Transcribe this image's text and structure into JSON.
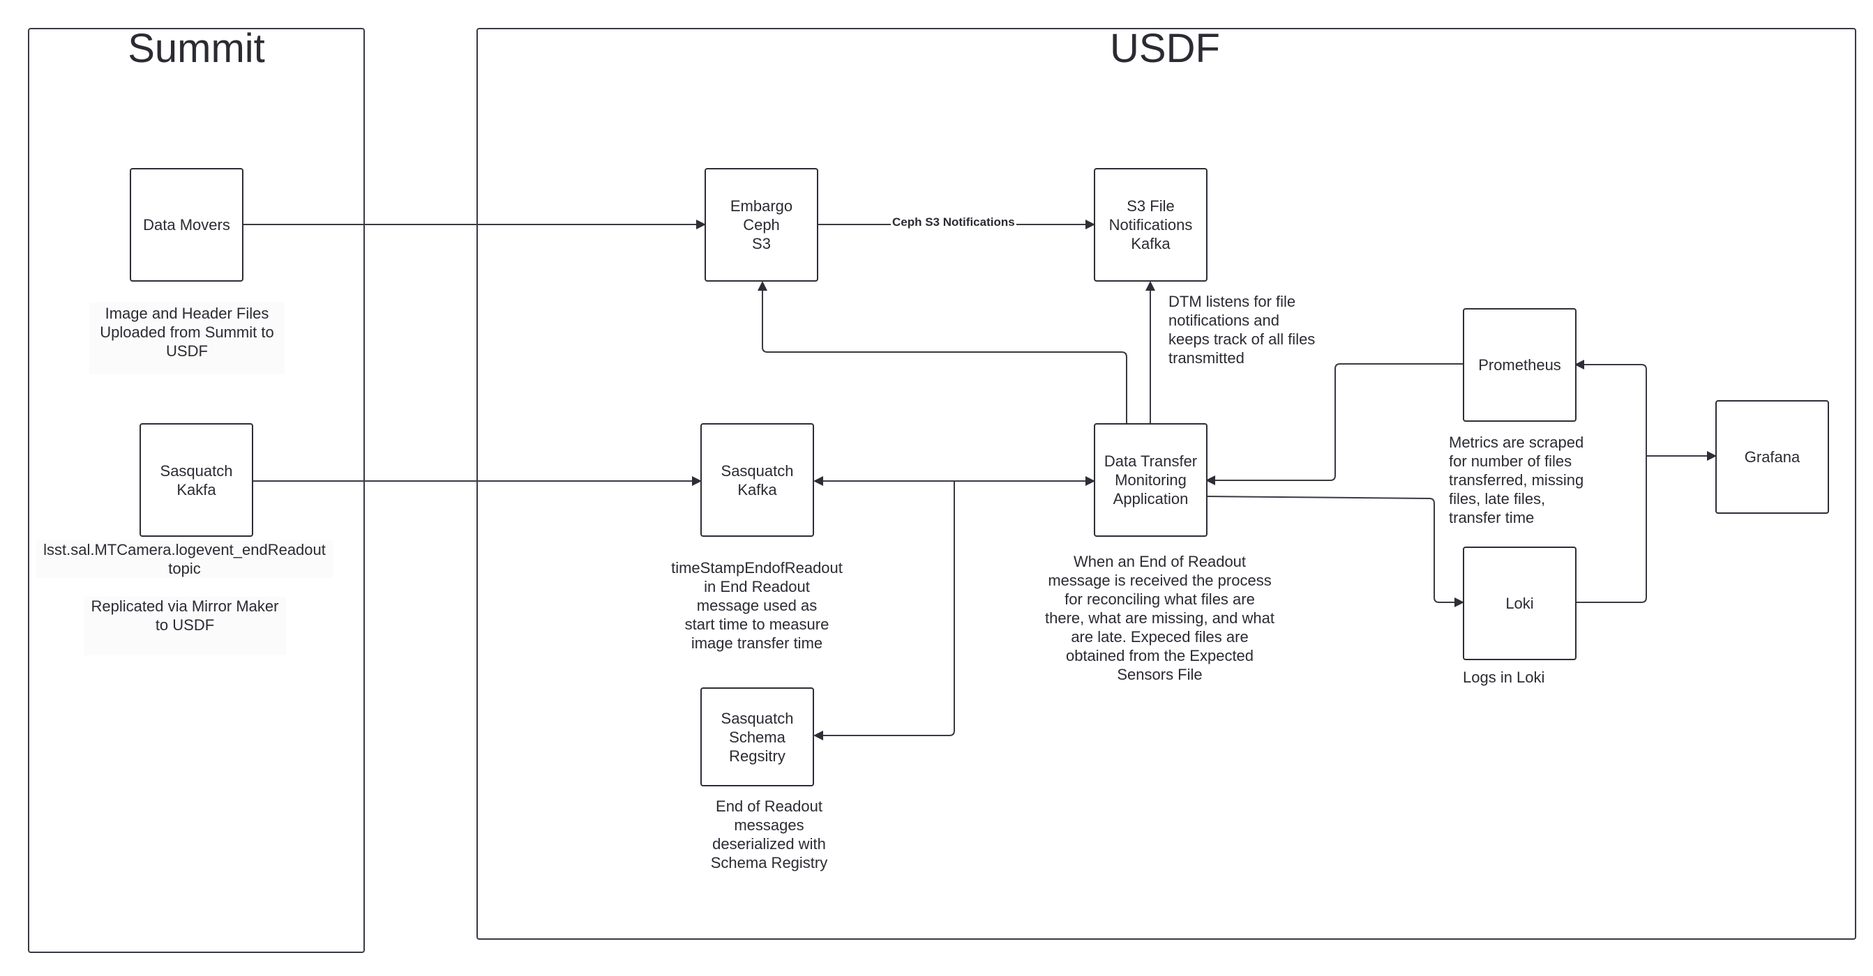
{
  "regions": {
    "summit": {
      "title": "Summit"
    },
    "usdf": {
      "title": "USDF"
    }
  },
  "nodes": {
    "data_movers": "Data Movers",
    "sasquatch_kakfa_summit": "Sasquatch\nKakfa",
    "embargo_ceph": "Embargo Ceph\nS3",
    "s3_file_notifications": "S3 File\nNotifications\nKafka",
    "sasquatch_kafka": "Sasquatch\nKafka",
    "dtm_app": "Data Transfer\nMonitoring\nApplication",
    "schema_registry": "Sasquatch\nSchema\nRegsitry",
    "prometheus": "Prometheus",
    "loki": "Loki",
    "grafana": "Grafana"
  },
  "notes": {
    "image_header": "Image and Header Files\nUploaded from Summit to\nUSDF",
    "endreadout_topic": "lsst.sal.MTCamera.logevent_endReadout\ntopic",
    "replicated": "Replicated via Mirror Maker\nto USDF",
    "timestamp": "timeStampEndofReadout\nin End Readout\nmessage used as\nstart time to measure\nimage transfer time",
    "dtm_listens": "DTM listens for file\nnotifications and\nkeeps track of all files\ntransmitted",
    "end_of_readout_process": "When an End of Readout\nmessage is received the process\nfor reconciling what files are\nthere, what are missing, and what\nare late. Expeced files are\nobtained from the Expected\nSensors File",
    "deserialized": "End of Readout\nmessages\ndeserialized with\nSchema Registry",
    "metrics": "Metrics are scraped\nfor number of files\ntransferred, missing\nfiles, late files,\ntransfer time",
    "logs": "Logs in Loki"
  },
  "edges": {
    "ceph_notifications": "Ceph S3 Notifications"
  }
}
